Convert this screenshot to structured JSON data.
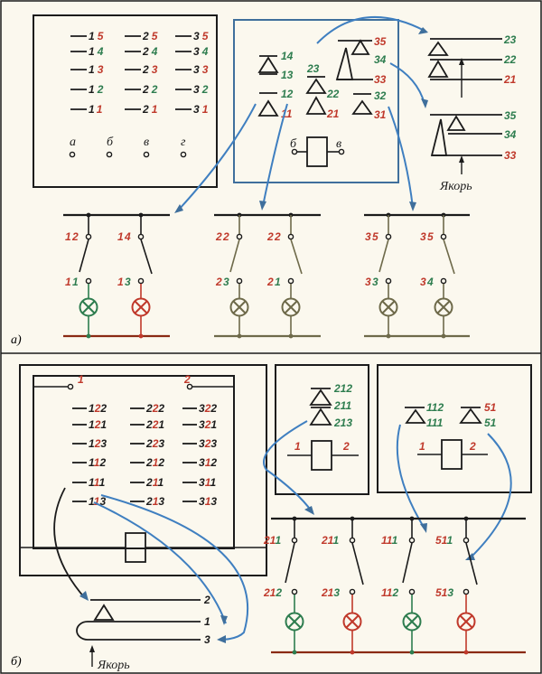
{
  "colors": {
    "ink": "#1b1b1b",
    "red": "#c0392b",
    "green": "#2e7d4f",
    "blue": "#3f7fc0",
    "brown": "#8a2a14",
    "olive": "#6e6a4a",
    "paper": "#fbf8ee"
  },
  "part_a": {
    "label": "a)",
    "board_terminals": [
      {
        "d1": "1",
        "d2": "5",
        "c": "red"
      },
      {
        "d1": "2",
        "d2": "5",
        "c": "red"
      },
      {
        "d1": "3",
        "d2": "5",
        "c": "red"
      },
      {
        "d1": "1",
        "d2": "4",
        "c": "green"
      },
      {
        "d1": "2",
        "d2": "4",
        "c": "green"
      },
      {
        "d1": "3",
        "d2": "4",
        "c": "green"
      },
      {
        "d1": "1",
        "d2": "3",
        "c": "red"
      },
      {
        "d1": "2",
        "d2": "3",
        "c": "red"
      },
      {
        "d1": "3",
        "d2": "3",
        "c": "red"
      },
      {
        "d1": "1",
        "d2": "2",
        "c": "green"
      },
      {
        "d1": "2",
        "d2": "2",
        "c": "green"
      },
      {
        "d1": "3",
        "d2": "2",
        "c": "green"
      },
      {
        "d1": "1",
        "d2": "1",
        "c": "red"
      },
      {
        "d1": "2",
        "d2": "1",
        "c": "red"
      },
      {
        "d1": "3",
        "d2": "1",
        "c": "red"
      }
    ],
    "coil_letters": [
      "а",
      "б",
      "в",
      "г"
    ],
    "relay_contacts": {
      "g1": [
        "14",
        "13",
        "12",
        "11"
      ],
      "g2": [
        "23",
        "22",
        "21"
      ],
      "g3": [
        "35",
        "34",
        "33",
        "32",
        "31"
      ],
      "coil": [
        "б",
        "в"
      ]
    },
    "contact_detail_top": [
      "23",
      "22",
      "21"
    ],
    "contact_detail_bottom": [
      "35",
      "34",
      "33"
    ],
    "anchor_label": "Якорь",
    "circuits": [
      {
        "top": "12",
        "bottom": "11",
        "lamp": "green"
      },
      {
        "top": "14",
        "bottom": "13",
        "lamp": "red"
      },
      {
        "top": "22",
        "bottom": "23",
        "lamp": "olive"
      },
      {
        "top": "22",
        "bottom": "21",
        "lamp": "olive"
      },
      {
        "top": "35",
        "bottom": "33",
        "lamp": "olive"
      },
      {
        "top": "35",
        "bottom": "34",
        "lamp": "olive"
      }
    ]
  },
  "part_b": {
    "label": "б)",
    "board_top_labels": [
      "1",
      "2"
    ],
    "board_terminals": [
      "122",
      "222",
      "322",
      "121",
      "221",
      "321",
      "123",
      "223",
      "323",
      "112",
      "212",
      "312",
      "111",
      "211",
      "311",
      "113",
      "213",
      "313"
    ],
    "relay2": {
      "contacts": [
        "212",
        "211",
        "213"
      ],
      "coil": [
        "1",
        "2"
      ]
    },
    "relay3": {
      "contacts": [
        "112",
        "111",
        "51",
        "51"
      ],
      "coil": [
        "1",
        "2"
      ]
    },
    "detail_labels": [
      "2",
      "1",
      "3"
    ],
    "anchor_label": "Якорь",
    "circuits": [
      {
        "top": "211",
        "bottom": "212",
        "lamp": "green"
      },
      {
        "top": "211",
        "bottom": "213",
        "lamp": "red"
      },
      {
        "top": "111",
        "bottom": "112",
        "lamp": "green"
      },
      {
        "top": "511",
        "bottom": "513",
        "lamp": "red"
      }
    ]
  }
}
